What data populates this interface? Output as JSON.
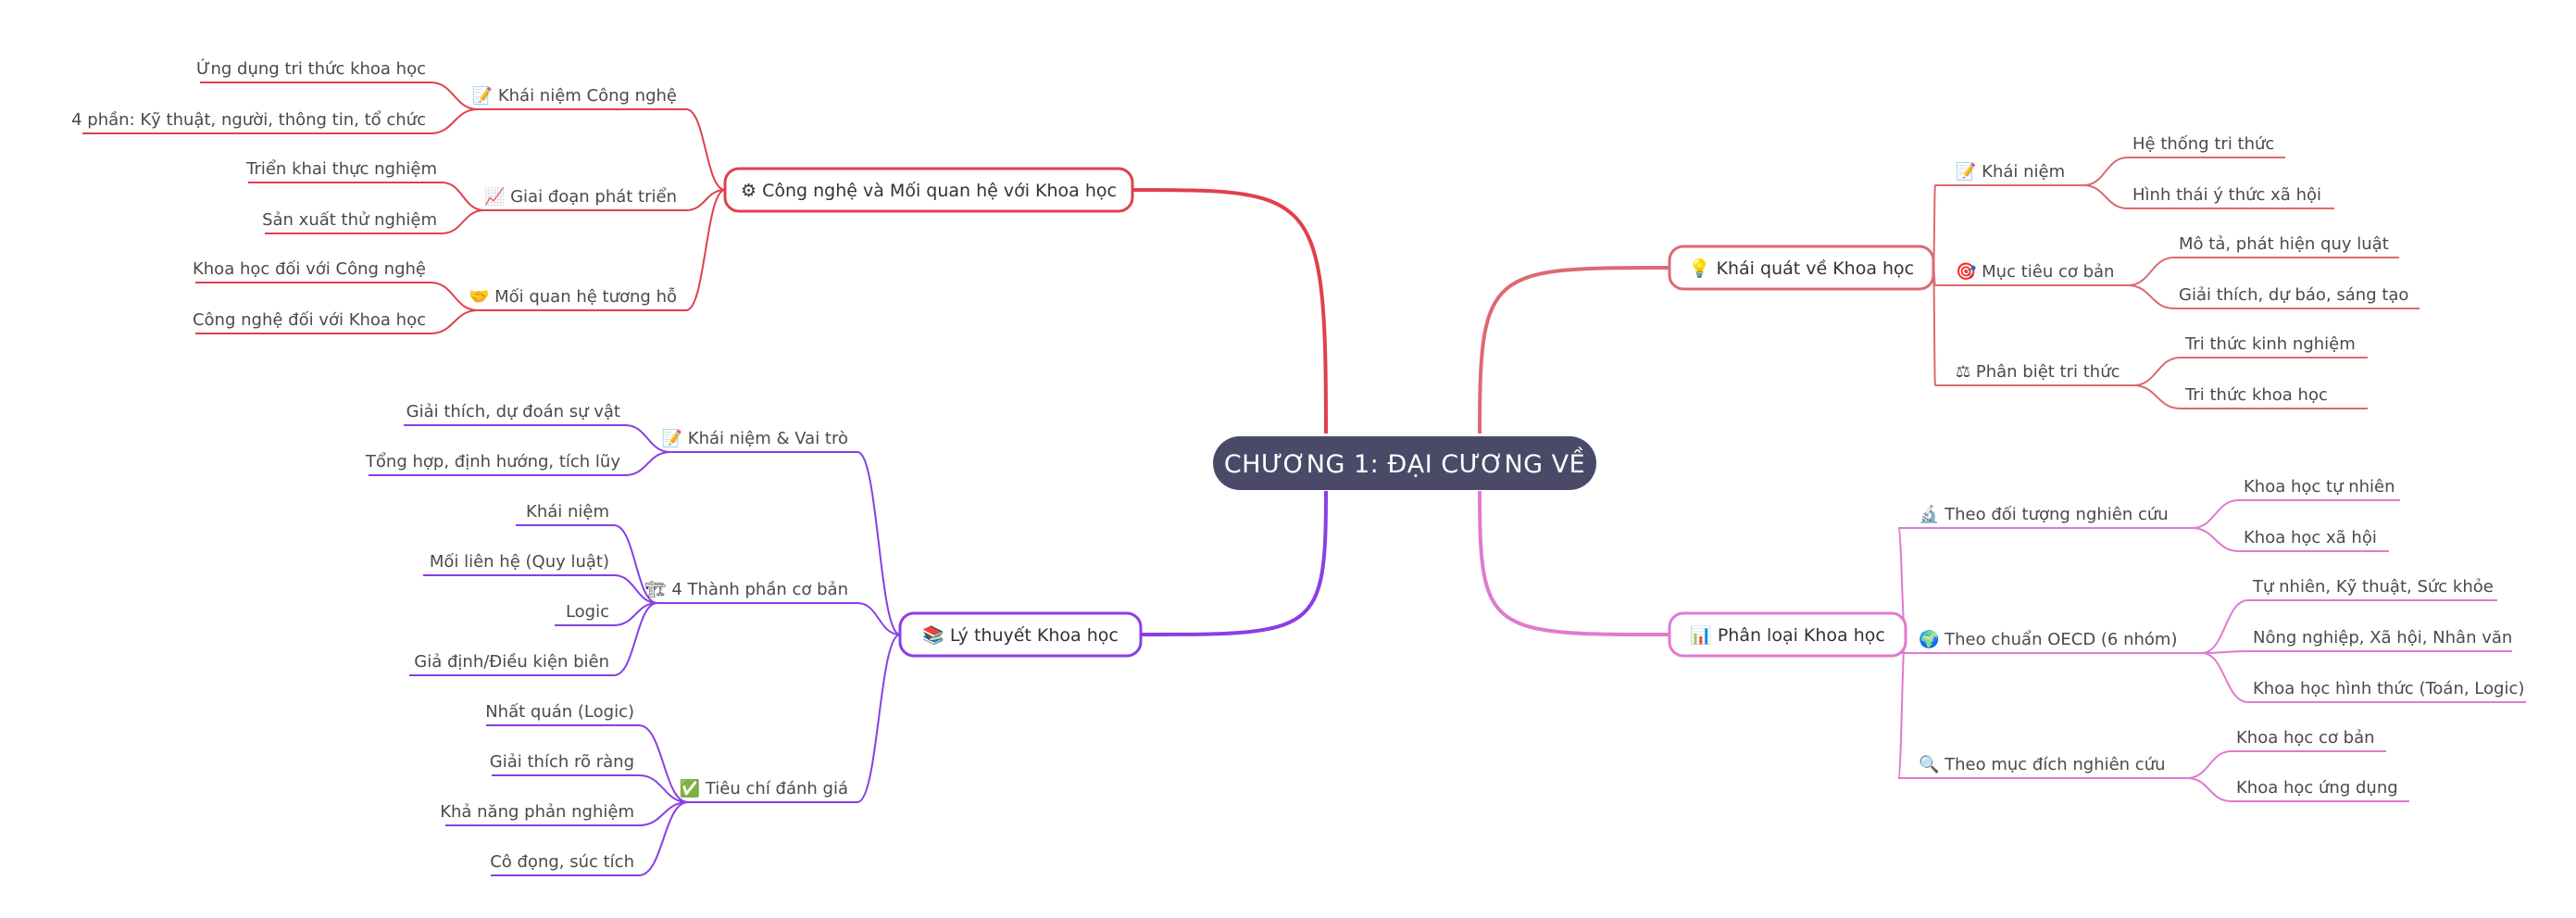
{
  "center": {
    "title": "CHƯƠNG 1: ĐẠI CƯƠNG VỀ"
  },
  "colors": {
    "center_fill": "#4a4a68",
    "red": "#e0404e",
    "salmon": "#dc6a70",
    "pink": "#e07ad0",
    "purple": "#8a3ee6"
  },
  "branches": [
    {
      "label": "⚙ Công nghệ và Mối quan hệ với Khoa học",
      "color": "red",
      "subs": [
        {
          "label": "📝 Khái niệm Công nghệ",
          "leaves": [
            "Ứng dụng tri thức khoa học",
            "4 phần: Kỹ thuật, người, thông tin, tổ chức"
          ]
        },
        {
          "label": "📈 Giai đoạn phát triển",
          "leaves": [
            "Triển khai thực nghiệm",
            "Sản xuất thử nghiệm"
          ]
        },
        {
          "label": "🤝 Mối quan hệ tương hỗ",
          "leaves": [
            "Khoa học đối với Công nghệ",
            "Công nghệ đối với Khoa học"
          ]
        }
      ]
    },
    {
      "label": "📚 Lý thuyết Khoa học",
      "color": "purple",
      "subs": [
        {
          "label": "📝 Khái niệm & Vai trò",
          "leaves": [
            "Giải thích, dự đoán sự vật",
            "Tổng hợp, định hướng, tích lũy"
          ]
        },
        {
          "label": "🏗 4 Thành phần cơ bản",
          "leaves": [
            "Khái niệm",
            "Mối liên hệ (Quy luật)",
            "Logic",
            "Giả định/Điều kiện biên"
          ]
        },
        {
          "label": "✅ Tiêu chí đánh giá",
          "leaves": [
            "Nhất quán (Logic)",
            "Giải thích rõ ràng",
            "Khả năng phản nghiệm",
            "Cô đọng, súc tích"
          ]
        }
      ]
    },
    {
      "label": "💡 Khái quát về Khoa học",
      "color": "salmon",
      "subs": [
        {
          "label": "📝 Khái niệm",
          "leaves": [
            "Hệ thống tri thức",
            "Hình thái ý thức xã hội"
          ]
        },
        {
          "label": "🎯 Mục tiêu cơ bản",
          "leaves": [
            "Mô tả, phát hiện quy luật",
            "Giải thích, dự báo, sáng tạo"
          ]
        },
        {
          "label": "⚖ Phân biệt tri thức",
          "leaves": [
            "Tri thức kinh nghiệm",
            "Tri thức khoa học"
          ]
        }
      ]
    },
    {
      "label": "📊 Phân loại Khoa học",
      "color": "pink",
      "subs": [
        {
          "label": "🔬 Theo đối tượng nghiên cứu",
          "leaves": [
            "Khoa học tự nhiên",
            "Khoa học xã hội"
          ]
        },
        {
          "label": "🌍 Theo chuẩn OECD (6 nhóm)",
          "leaves": [
            "Tự nhiên, Kỹ thuật, Sức khỏe",
            "Nông nghiệp, Xã hội, Nhân văn",
            "Khoa học hình thức (Toán, Logic)"
          ]
        },
        {
          "label": "🔍 Theo mục đích nghiên cứu",
          "leaves": [
            "Khoa học cơ bản",
            "Khoa học ứng dụng"
          ]
        }
      ]
    }
  ]
}
